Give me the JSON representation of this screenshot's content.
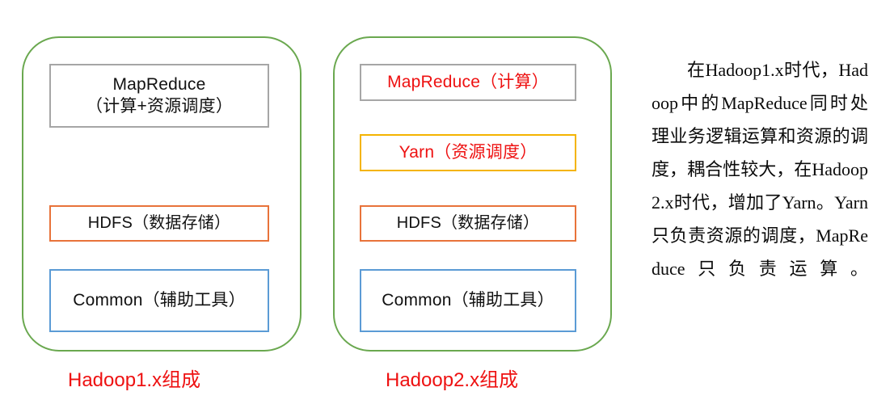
{
  "diagram": {
    "title_visible": false,
    "colors": {
      "container_border": "#6aa84f",
      "mapreduce_border": "#a6a6a6",
      "yarn_border": "#f4b400",
      "hdfs_border": "#e8733a",
      "common_border": "#5b9bd5",
      "highlight_text": "#ee1111",
      "body_text": "#111111",
      "background": "#ffffff"
    },
    "panels": [
      {
        "id": "hadoop1",
        "caption": "Hadoop1.x组成",
        "boxes": [
          {
            "id": "mapreduce",
            "line1": "MapReduce",
            "line2": "（计算+资源调度）",
            "border_color": "#a6a6a6",
            "text_color": "#111111"
          },
          {
            "id": "hdfs",
            "line1": "HDFS（数据存储）",
            "line2": "",
            "border_color": "#e8733a",
            "text_color": "#111111"
          },
          {
            "id": "common",
            "line1": "Common（辅助工具）",
            "line2": "",
            "border_color": "#5b9bd5",
            "text_color": "#111111"
          }
        ]
      },
      {
        "id": "hadoop2",
        "caption": "Hadoop2.x组成",
        "boxes": [
          {
            "id": "mapreduce",
            "line1": "MapReduce（计算）",
            "line2": "",
            "border_color": "#a6a6a6",
            "text_color": "#ee1111"
          },
          {
            "id": "yarn",
            "line1": "Yarn（资源调度）",
            "line2": "",
            "border_color": "#f4b400",
            "text_color": "#ee1111"
          },
          {
            "id": "hdfs",
            "line1": "HDFS（数据存储）",
            "line2": "",
            "border_color": "#e8733a",
            "text_color": "#111111"
          },
          {
            "id": "common",
            "line1": "Common（辅助工具）",
            "line2": "",
            "border_color": "#5b9bd5",
            "text_color": "#111111"
          }
        ]
      }
    ],
    "description": "在Hadoop1.x时代，Hadoop中的MapReduce同时处理业务逻辑运算和资源的调度，耦合性较大，在Hadoop2.x时代，增加了Yarn。Yarn只负责资源的调度，MapReduce只负责运算。"
  }
}
